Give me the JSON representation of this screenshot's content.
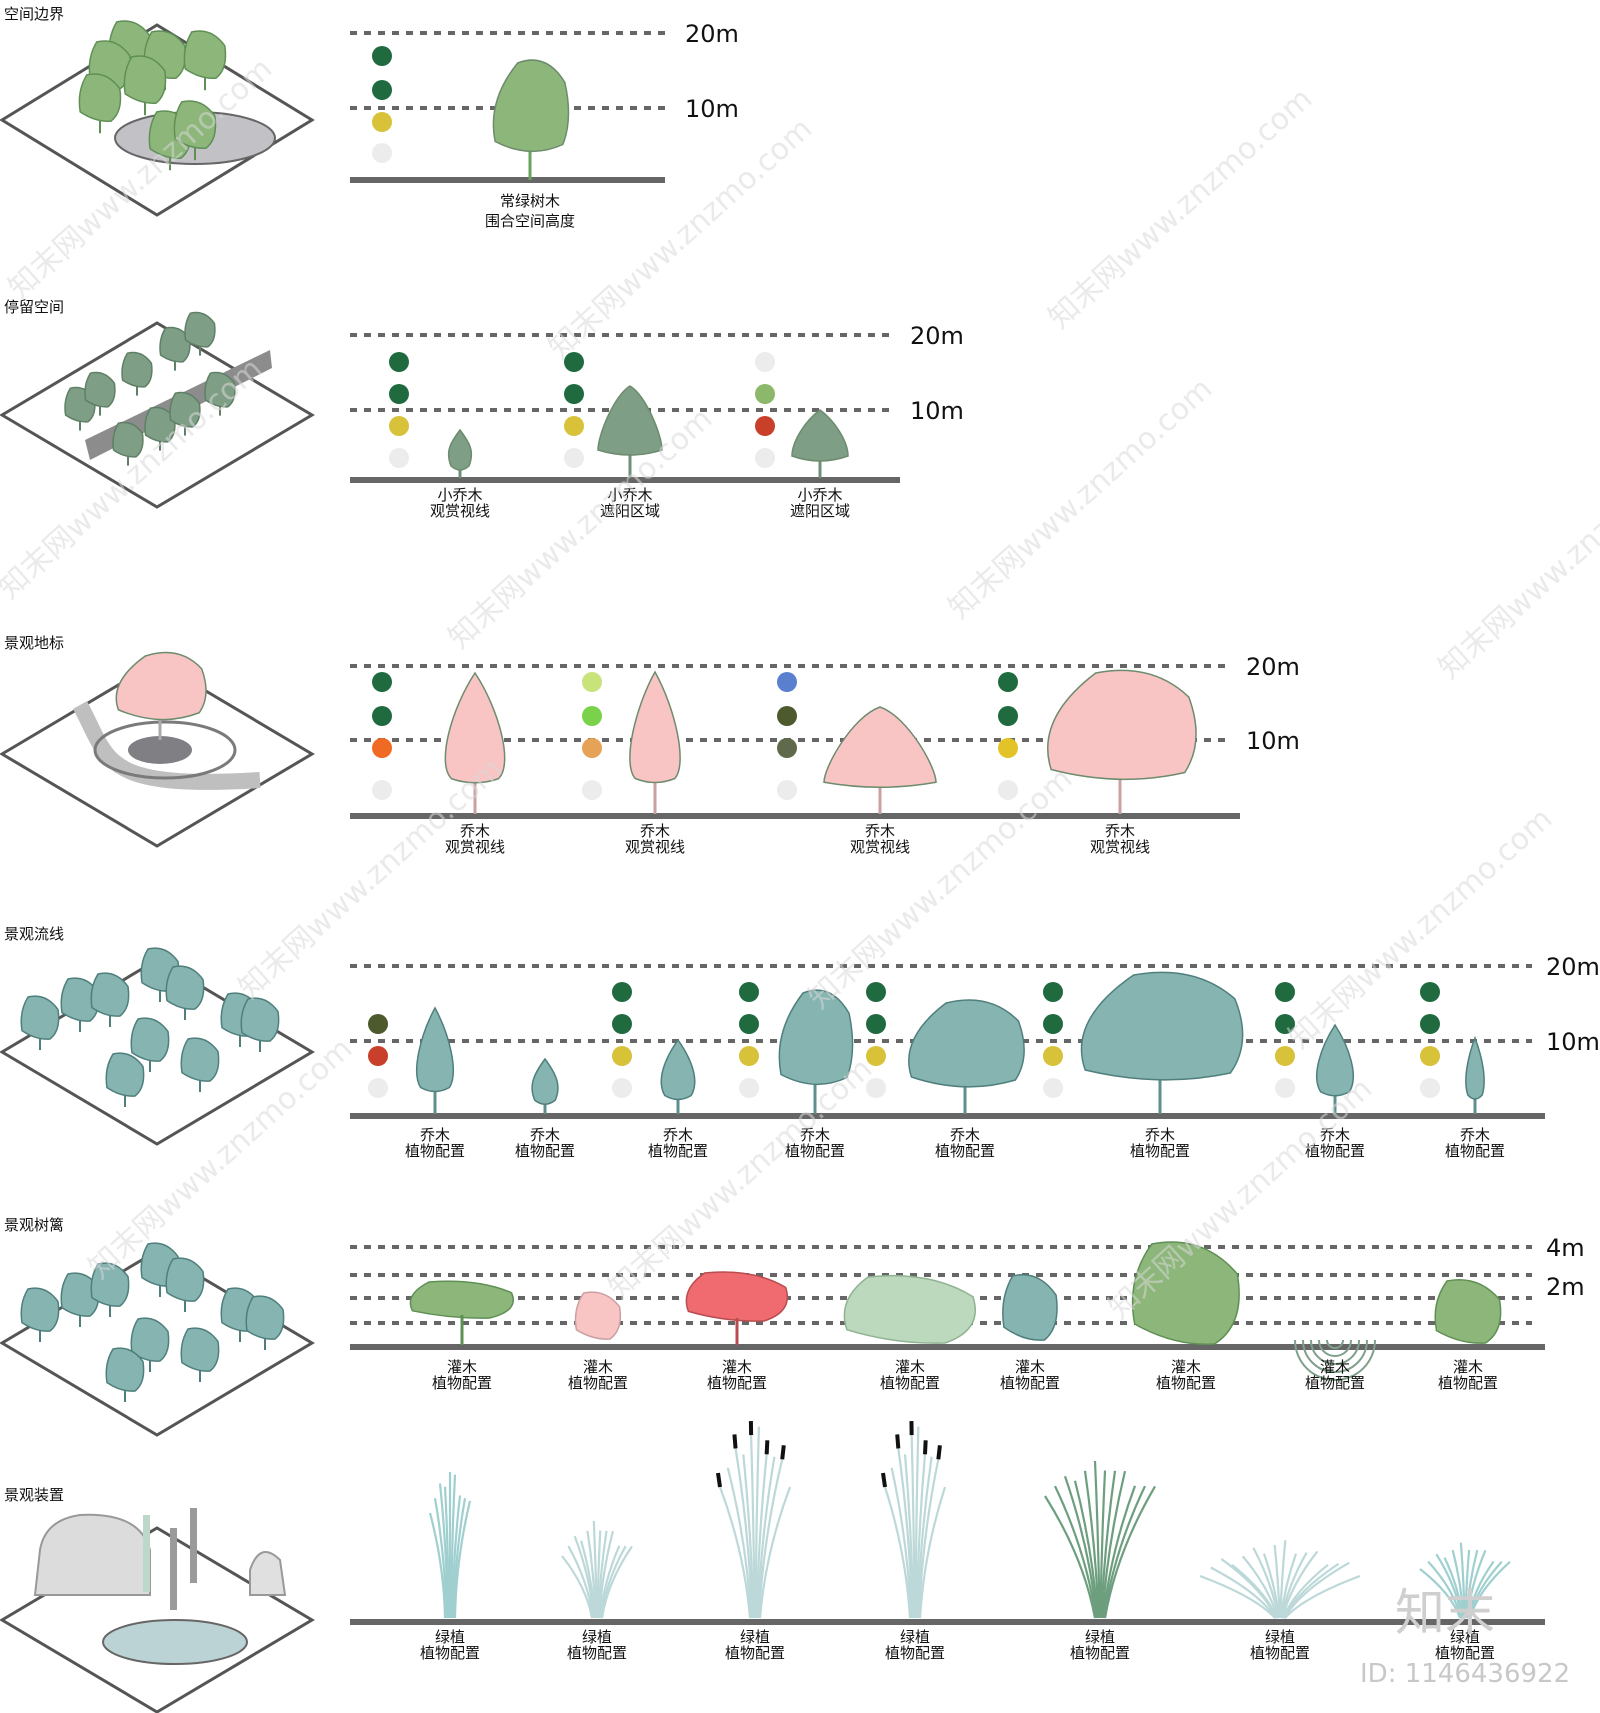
{
  "colors": {
    "dark_green": "#1f6b3f",
    "light_green": "#8bb86a",
    "lime": "#c7e37a",
    "bright_green": "#7ad24a",
    "olive": "#4d5a2e",
    "olive_dark": "#5e6a4b",
    "yellow": "#d8c23a",
    "gold": "#e2c428",
    "orange": "#ef6a22",
    "peach": "#e6a256",
    "red": "#c8402a",
    "blue": "#5b7fcf",
    "empty": "#ececec",
    "tree_green": "#8db77a",
    "tree_sage": "#7e9e85",
    "tree_pink": "#f9c4c4",
    "tree_teal": "#86b4b1",
    "shrub_red": "#f06b6f",
    "shrub_mint": "#bcd8bd",
    "grass": "#bcd8d8",
    "ground": "#666666",
    "dotted": "#666666"
  },
  "sections": [
    {
      "title": "空间边界",
      "levels": [
        "20m",
        "10m"
      ],
      "plants": [
        {
          "line1": "常绿树木",
          "line2": "围合空间高度",
          "icon": "round-tree-icon",
          "dots": [
            "dark_green",
            "dark_green",
            "yellow",
            "empty"
          ]
        }
      ]
    },
    {
      "title": "停留空间",
      "levels": [
        "20m",
        "10m"
      ],
      "plants": [
        {
          "line1": "小乔木",
          "line2": "观赏视线",
          "icon": "small-tree-icon",
          "dots": [
            "dark_green",
            "dark_green",
            "yellow",
            "empty"
          ]
        },
        {
          "line1": "小乔木",
          "line2": "遮阳区域",
          "icon": "cone-tree-icon",
          "dots": [
            "dark_green",
            "dark_green",
            "yellow",
            "empty"
          ]
        },
        {
          "line1": "小乔木",
          "line2": "遮阳区域",
          "icon": "shrub-tree-icon",
          "dots": [
            "empty",
            "light_green",
            "red",
            "empty"
          ]
        }
      ]
    },
    {
      "title": "景观地标",
      "levels": [
        "20m",
        "10m"
      ],
      "plants": [
        {
          "line1": "乔木",
          "line2": "观赏视线",
          "icon": "pink-tree-icon",
          "dots": [
            "dark_green",
            "dark_green",
            "orange",
            "empty"
          ]
        },
        {
          "line1": "乔木",
          "line2": "观赏视线",
          "icon": "pink-columnar-tree-icon",
          "dots": [
            "lime",
            "bright_green",
            "peach",
            "empty"
          ]
        },
        {
          "line1": "乔木",
          "line2": "观赏视线",
          "icon": "pink-spreading-tree-icon",
          "dots": [
            "blue",
            "olive",
            "olive_dark",
            "empty"
          ]
        },
        {
          "line1": "乔木",
          "line2": "观赏视线",
          "icon": "pink-large-tree-icon",
          "dots": [
            "dark_green",
            "dark_green",
            "gold",
            "empty"
          ]
        }
      ]
    },
    {
      "title": "景观流线",
      "levels": [
        "20m",
        "10m"
      ],
      "plants": [
        {
          "line1": "乔木",
          "line2": "植物配置",
          "icon": "teal-tree-icon",
          "dots": [
            "olive",
            "red",
            "empty"
          ]
        },
        {
          "line1": "乔木",
          "line2": "植物配置",
          "icon": "teal-small-tree-icon",
          "dots": []
        },
        {
          "line1": "乔木",
          "line2": "植物配置",
          "icon": "teal-tree-icon",
          "dots": [
            "dark_green",
            "dark_green",
            "yellow",
            "empty"
          ]
        },
        {
          "line1": "乔木",
          "line2": "植物配置",
          "icon": "teal-tree-icon",
          "dots": [
            "dark_green",
            "dark_green",
            "yellow",
            "empty"
          ]
        },
        {
          "line1": "乔木",
          "line2": "植物配置",
          "icon": "teal-broad-tree-icon",
          "dots": [
            "dark_green",
            "dark_green",
            "yellow",
            "empty"
          ]
        },
        {
          "line1": "乔木",
          "line2": "植物配置",
          "icon": "teal-giant-tree-icon",
          "dots": [
            "dark_green",
            "dark_green",
            "yellow",
            "empty"
          ]
        },
        {
          "line1": "乔木",
          "line2": "植物配置",
          "icon": "teal-tree-icon",
          "dots": [
            "dark_green",
            "dark_green",
            "yellow",
            "empty"
          ]
        },
        {
          "line1": "乔木",
          "line2": "植物配置",
          "icon": "teal-slim-tree-icon",
          "dots": [
            "dark_green",
            "dark_green",
            "yellow",
            "empty"
          ]
        }
      ]
    },
    {
      "title": "景观树篱",
      "levels": [
        "4m",
        "2m"
      ],
      "plants": [
        {
          "line1": "灌木",
          "line2": "植物配置",
          "icon": "flat-shrub-icon"
        },
        {
          "line1": "灌木",
          "line2": "植物配置",
          "icon": "pink-shrub-icon"
        },
        {
          "line1": "灌木",
          "line2": "植物配置",
          "icon": "red-shrub-icon"
        },
        {
          "line1": "灌木",
          "line2": "植物配置",
          "icon": "mint-shrub-icon"
        },
        {
          "line1": "灌木",
          "line2": "植物配置",
          "icon": "teal-shrub-icon"
        },
        {
          "line1": "灌木",
          "line2": "植物配置",
          "icon": "green-shrub-icon"
        },
        {
          "line1": "灌木",
          "line2": "植物配置",
          "icon": "fan-shrub-icon"
        },
        {
          "line1": "灌木",
          "line2": "植物配置",
          "icon": "green-low-shrub-icon"
        }
      ]
    },
    {
      "title": "景观装置",
      "levels": [],
      "plants": [
        {
          "line1": "绿植",
          "line2": "植物配置",
          "icon": "papyrus-icon"
        },
        {
          "line1": "绿植",
          "line2": "植物配置",
          "icon": "grass-icon"
        },
        {
          "line1": "绿植",
          "line2": "植物配置",
          "icon": "cattail-icon"
        },
        {
          "line1": "绿植",
          "line2": "植物配置",
          "icon": "cattail-icon"
        },
        {
          "line1": "绿植",
          "line2": "植物配置",
          "icon": "arching-grass-icon"
        },
        {
          "line1": "绿植",
          "line2": "植物配置",
          "icon": "spreading-grass-icon"
        },
        {
          "line1": "绿植",
          "line2": "植物配置",
          "icon": "tuft-grass-icon"
        }
      ]
    }
  ],
  "watermarks": {
    "text": "知末网www.znzmo.com",
    "logo": "知末",
    "id": "ID: 1146436922"
  }
}
